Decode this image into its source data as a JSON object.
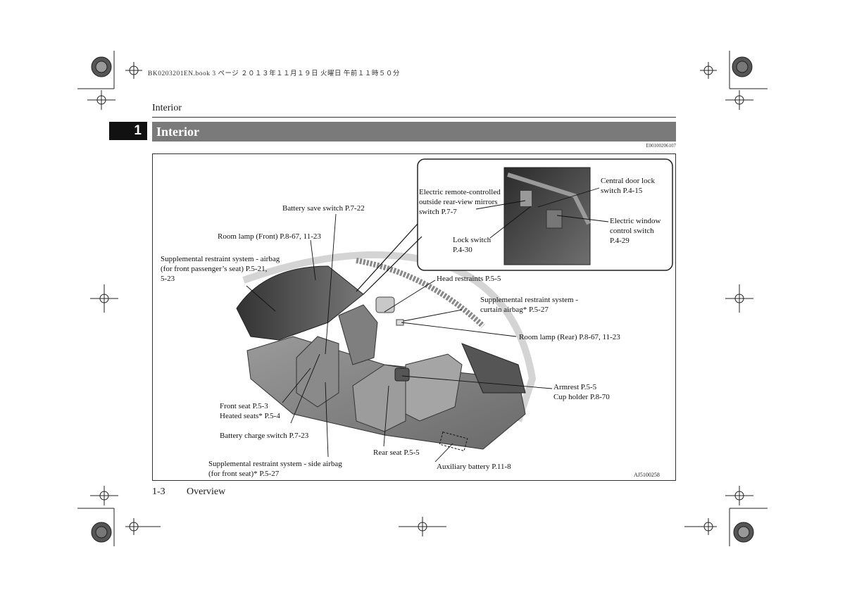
{
  "print_header": "BK0203201EN.book  3 ページ  ２０１３年１１月１９日  火曜日  午前１１時５０分",
  "running_head": "Interior",
  "chapter_number": "1",
  "section_title": "Interior",
  "section_code": "E00100206107",
  "figure": {
    "code": "AJ5100258",
    "inset_labels": {
      "mirrors": "Electric remote-controlled outside rear-view mirrors switch P.7-7",
      "mirrors_l1": "Electric remote-controlled",
      "mirrors_l2": "outside rear-view mirrors",
      "mirrors_l3": "switch P.7-7",
      "door_lock_l1": "Central door lock",
      "door_lock_l2": "switch P.4-15",
      "lock_l1": "Lock switch",
      "lock_l2": "P.4-30",
      "window_l1": "Electric window",
      "window_l2": "control switch",
      "window_l3": "P.4-29"
    },
    "labels": {
      "battery_save": "Battery save switch P.7-22",
      "room_lamp_front": "Room lamp (Front) P.8-67, 11-23",
      "srs_front_l1": "Supplemental restraint system - airbag",
      "srs_front_l2": "(for front passenger’s seat) P.5-21,",
      "srs_front_l3": "5-23",
      "head_restraints": "Head restraints P.5-5",
      "curtain_l1": "Supplemental restraint system -",
      "curtain_l2": "curtain airbag* P.5-27",
      "room_lamp_rear": "Room lamp (Rear) P.8-67, 11-23",
      "armrest_l1": "Armrest P.5-5",
      "armrest_l2": "Cup holder P.8-70",
      "front_seat_l1": "Front seat P.5-3",
      "front_seat_l2": "Heated seats* P.5-4",
      "battery_charge": "Battery charge switch P.7-23",
      "rear_seat": "Rear seat P.5-5",
      "side_airbag_l1": "Supplemental restraint system - side airbag",
      "side_airbag_l2": "(for front seat)* P.5-27",
      "aux_battery": "Auxiliary battery P.11-8"
    }
  },
  "footer": {
    "page_number": "1-3",
    "section": "Overview"
  }
}
